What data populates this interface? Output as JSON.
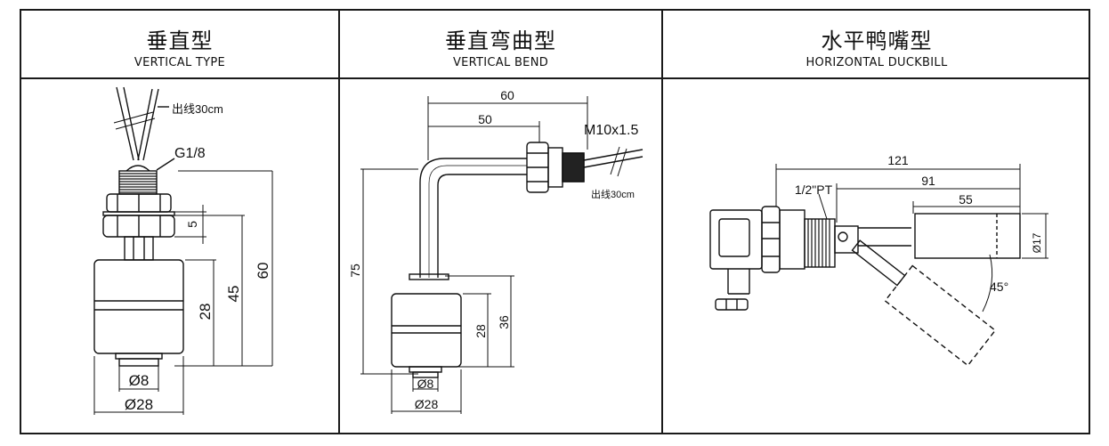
{
  "columns": [
    {
      "title_cn": "垂直型",
      "title_en": "VERTICAL TYPE"
    },
    {
      "title_cn": "垂直弯曲型",
      "title_en": "VERTICAL BEND"
    },
    {
      "title_cn": "水平鸭嘴型",
      "title_en": "HORIZONTAL DUCKBILL"
    }
  ],
  "vertical": {
    "wire_label": "出线30cm",
    "thread_label": "G1/8",
    "dim_5": "5",
    "dim_28": "28",
    "dim_45": "45",
    "dim_60": "60",
    "dia_8": "Ø8",
    "dia_28": "Ø28"
  },
  "bend": {
    "dim_60": "60",
    "dim_50": "50",
    "thread_label": "M10x1.5",
    "wire_label": "出线30cm",
    "dim_75": "75",
    "dim_28": "28",
    "dim_36": "36",
    "dia_8": "Ø8",
    "dia_28": "Ø28"
  },
  "duckbill": {
    "dim_121": "121",
    "thread_label": "1/2\"PT",
    "dim_91": "91",
    "dim_55": "55",
    "dia_17": "Ø17",
    "angle_label": "45°"
  }
}
